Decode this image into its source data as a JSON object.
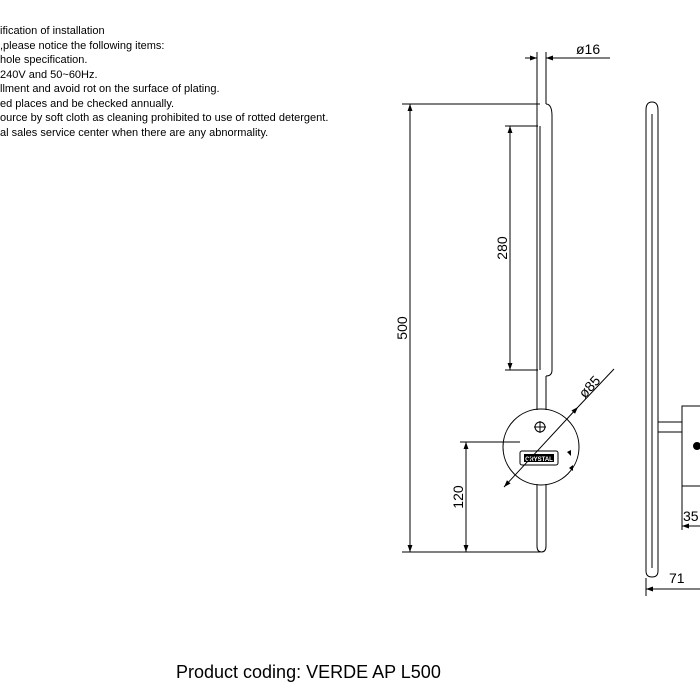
{
  "notes": [
    "ification of installation",
    ",please notice the following items:",
    "hole specification.",
    "240V and 50~60Hz.",
    "llment and avoid rot on the surface of plating.",
    "ed places and be checked annually.",
    "ource by soft cloth as cleaning prohibited to use of rotted detergent.",
    "al sales service center when there are any abnormality."
  ],
  "dimensions": {
    "rod_diameter": "ø16",
    "light_length": "280",
    "total_height": "500",
    "base_diameter": "ø85",
    "mount_height": "120",
    "depth": "71",
    "base_depth": "35"
  },
  "plate_label": "CRYSTAL",
  "caption": "Product coding: VERDE AP L500"
}
